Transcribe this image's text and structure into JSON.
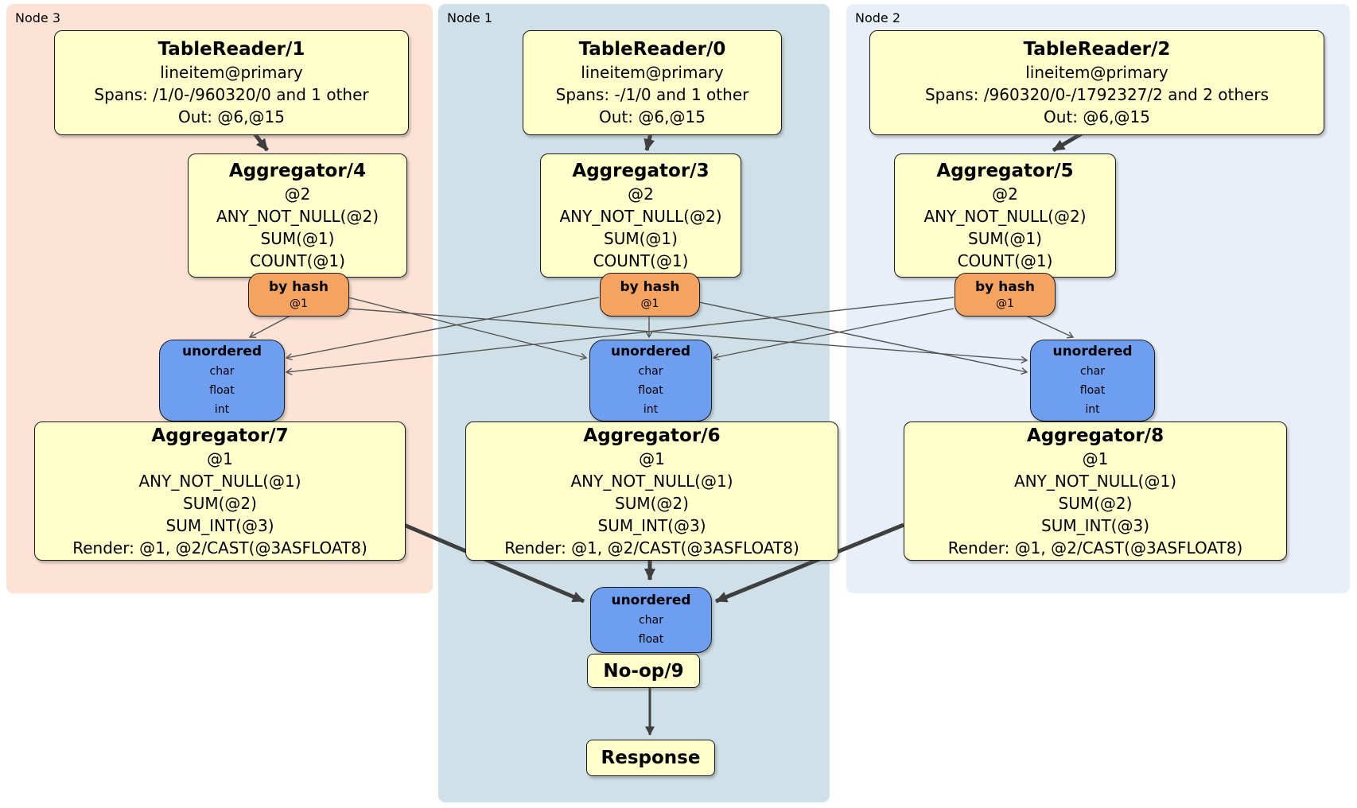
{
  "colors": {
    "canvas-bg": "#ffffff",
    "node3-bg": "#fce3d5",
    "node1-bg": "#cfe0e9",
    "node2-bg": "#e9eff8",
    "processor-fill": "#ffffcc",
    "router-fill": "#f4a460",
    "sync-fill": "#6e9ef0",
    "box-border": "#1a1a1a",
    "edge-thin": "#555555",
    "edge-thick": "#3f3f3f",
    "text": "#000000"
  },
  "groups": {
    "node3": {
      "label": "Node 3"
    },
    "node1": {
      "label": "Node 1"
    },
    "node2": {
      "label": "Node 2"
    }
  },
  "boxes": {
    "tr1": {
      "title": "TableReader/1",
      "lines": [
        "lineitem@primary",
        "Spans: /1/0-/960320/0 and 1 other",
        "Out: @6,@15"
      ]
    },
    "tr0": {
      "title": "TableReader/0",
      "lines": [
        "lineitem@primary",
        "Spans: -/1/0 and 1 other",
        "Out: @6,@15"
      ]
    },
    "tr2": {
      "title": "TableReader/2",
      "lines": [
        "lineitem@primary",
        "Spans: /960320/0-/1792327/2 and 2 others",
        "Out: @6,@15"
      ]
    },
    "agg4": {
      "title": "Aggregator/4",
      "lines": [
        "@2",
        "ANY_NOT_NULL(@2)",
        "SUM(@1)",
        "COUNT(@1)"
      ]
    },
    "agg3": {
      "title": "Aggregator/3",
      "lines": [
        "@2",
        "ANY_NOT_NULL(@2)",
        "SUM(@1)",
        "COUNT(@1)"
      ]
    },
    "agg5": {
      "title": "Aggregator/5",
      "lines": [
        "@2",
        "ANY_NOT_NULL(@2)",
        "SUM(@1)",
        "COUNT(@1)"
      ]
    },
    "router3": {
      "title": "by hash",
      "detail": "@1"
    },
    "router1": {
      "title": "by hash",
      "detail": "@1"
    },
    "router2": {
      "title": "by hash",
      "detail": "@1"
    },
    "sync3": {
      "title": "unordered",
      "items": [
        "char",
        "float",
        "int"
      ]
    },
    "sync1": {
      "title": "unordered",
      "items": [
        "char",
        "float",
        "int"
      ]
    },
    "sync2": {
      "title": "unordered",
      "items": [
        "char",
        "float",
        "int"
      ]
    },
    "agg7": {
      "title": "Aggregator/7",
      "lines": [
        "@1",
        "ANY_NOT_NULL(@1)",
        "SUM(@2)",
        "SUM_INT(@3)",
        "Render: @1, @2/CAST(@3ASFLOAT8)"
      ]
    },
    "agg6": {
      "title": "Aggregator/6",
      "lines": [
        "@1",
        "ANY_NOT_NULL(@1)",
        "SUM(@2)",
        "SUM_INT(@3)",
        "Render: @1, @2/CAST(@3ASFLOAT8)"
      ]
    },
    "agg8": {
      "title": "Aggregator/8",
      "lines": [
        "@1",
        "ANY_NOT_NULL(@1)",
        "SUM(@2)",
        "SUM_INT(@3)",
        "Render: @1, @2/CAST(@3ASFLOAT8)"
      ]
    },
    "syncFinal": {
      "title": "unordered",
      "items": [
        "char",
        "float"
      ]
    },
    "noop": {
      "title": "No-op/9"
    },
    "response": {
      "title": "Response"
    }
  }
}
